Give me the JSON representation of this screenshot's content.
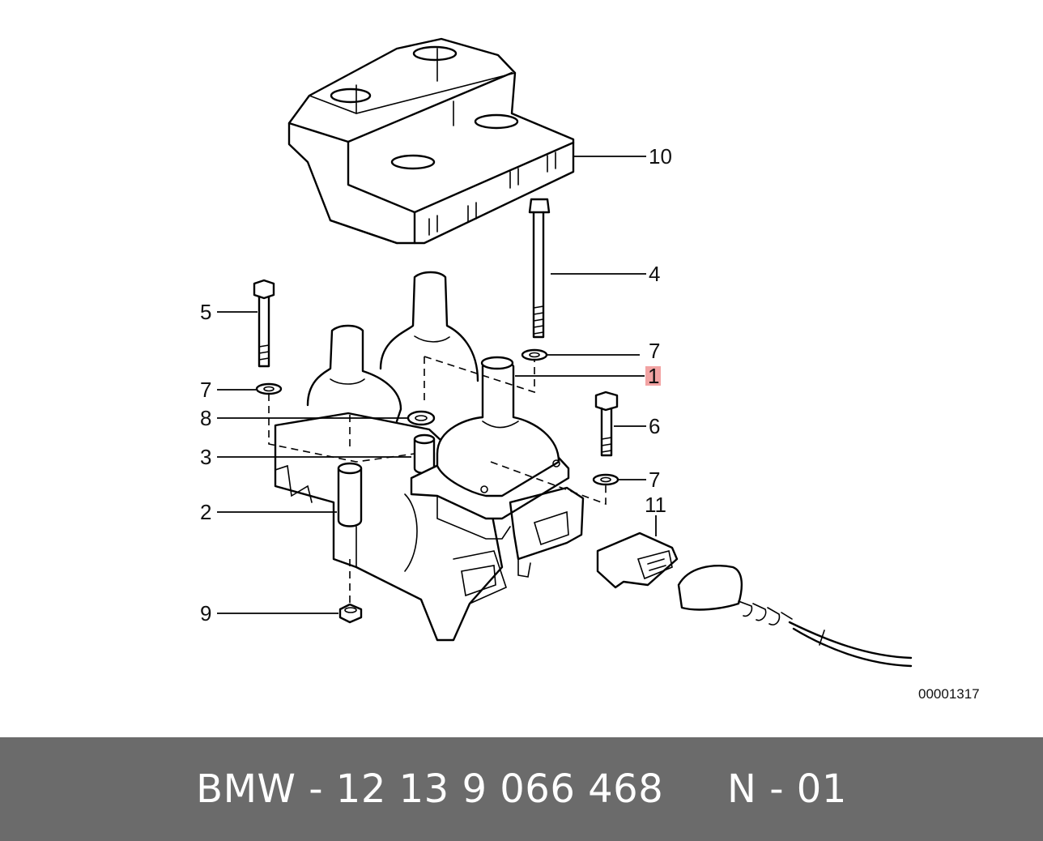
{
  "diagram": {
    "callouts": [
      {
        "id": "c10",
        "label": "10",
        "highlighted": false
      },
      {
        "id": "c4",
        "label": "4",
        "highlighted": false
      },
      {
        "id": "c5",
        "label": "5",
        "highlighted": false
      },
      {
        "id": "c7a",
        "label": "7",
        "highlighted": false
      },
      {
        "id": "c7b",
        "label": "7",
        "highlighted": false
      },
      {
        "id": "c1",
        "label": "1",
        "highlighted": true
      },
      {
        "id": "c8",
        "label": "8",
        "highlighted": false
      },
      {
        "id": "c6",
        "label": "6",
        "highlighted": false
      },
      {
        "id": "c3",
        "label": "3",
        "highlighted": false
      },
      {
        "id": "c7c",
        "label": "7",
        "highlighted": false
      },
      {
        "id": "c11",
        "label": "11",
        "highlighted": false
      },
      {
        "id": "c2",
        "label": "2",
        "highlighted": false
      },
      {
        "id": "c9",
        "label": "9",
        "highlighted": false
      }
    ],
    "reference_number": "00001317",
    "highlight_color": "#f2a3a3"
  },
  "footer": {
    "text": "BMW - 12 13 9 066 468     N - 01",
    "background_color": "#6b6b6b"
  }
}
